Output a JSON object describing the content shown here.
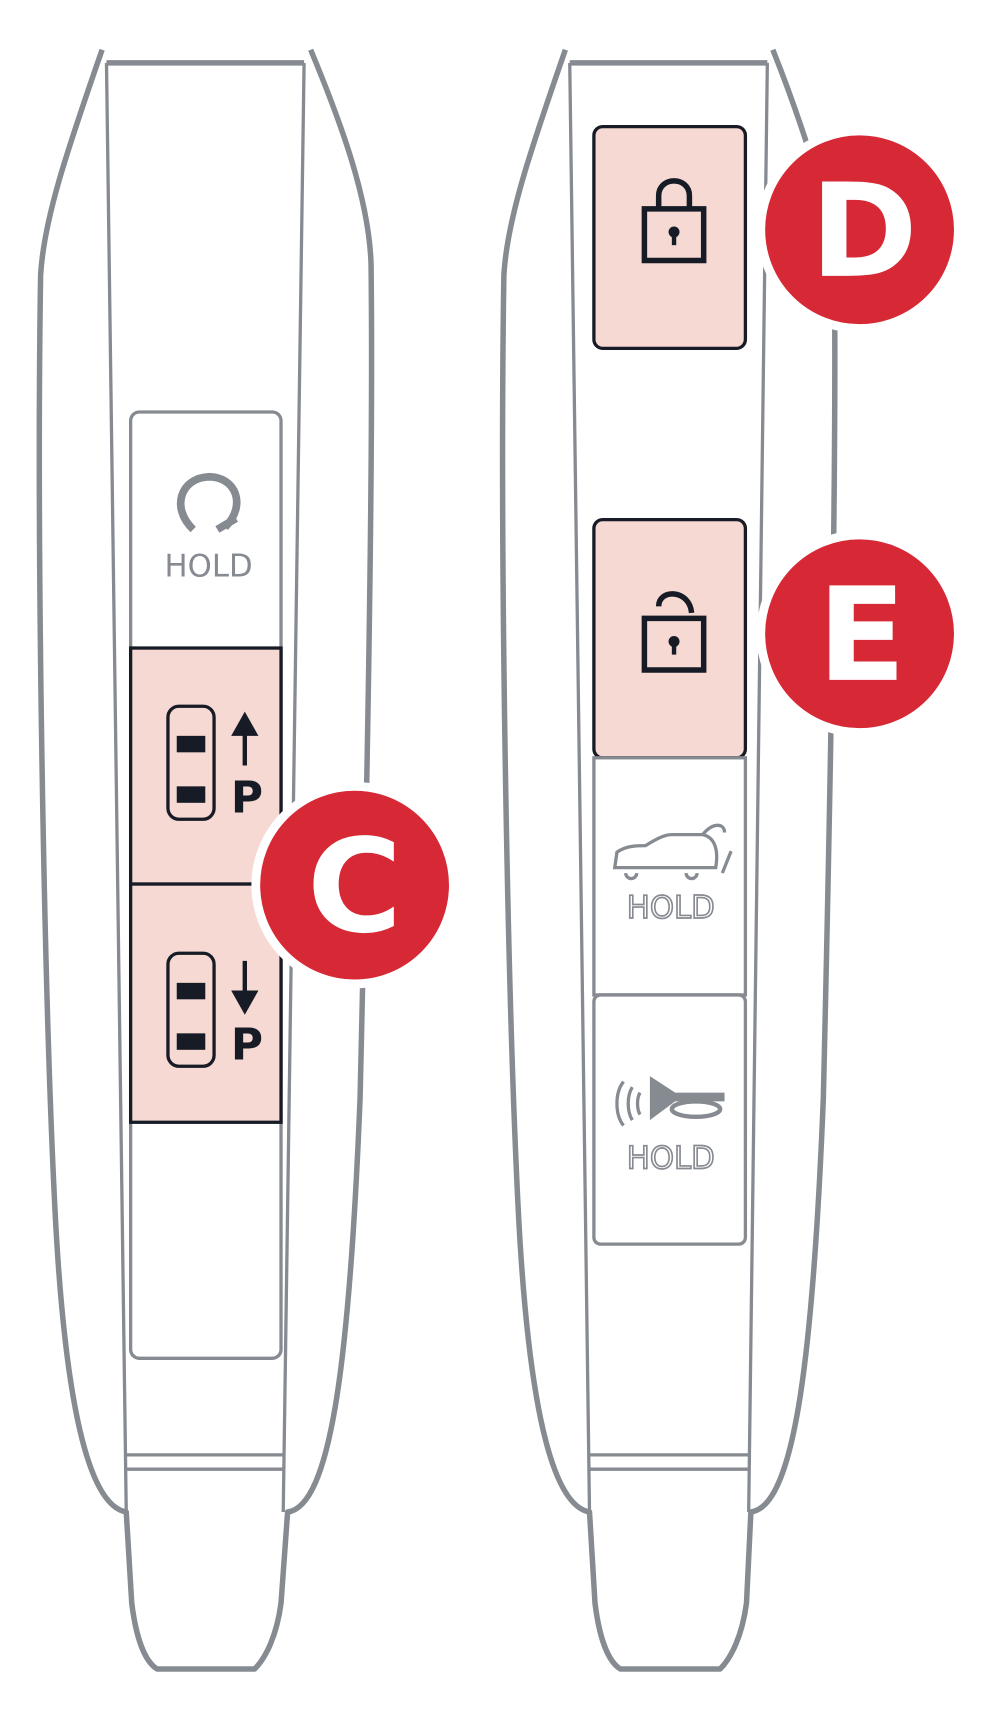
{
  "left_fob": {
    "remote_start_button": {
      "label": "HOLD",
      "icon": "remote-start-icon"
    },
    "park_forward_button": {
      "label": "P",
      "icon": "car-forward-arrow-icon"
    },
    "park_reverse_button": {
      "label": "P",
      "icon": "car-reverse-arrow-icon"
    },
    "callout": {
      "label": "C"
    }
  },
  "right_fob": {
    "lock_button": {
      "icon": "lock-icon"
    },
    "unlock_button": {
      "icon": "unlock-icon"
    },
    "liftgate_button": {
      "label": "HOLD",
      "icon": "liftgate-icon"
    },
    "panic_button": {
      "label": "HOLD",
      "icon": "horn-icon"
    },
    "callout_lock": {
      "label": "D"
    },
    "callout_unlock": {
      "label": "E"
    }
  },
  "colors": {
    "button_fill": "#f6d9d2",
    "callout": "#d62835",
    "outline": "#868a91",
    "icon": "#161b26"
  }
}
